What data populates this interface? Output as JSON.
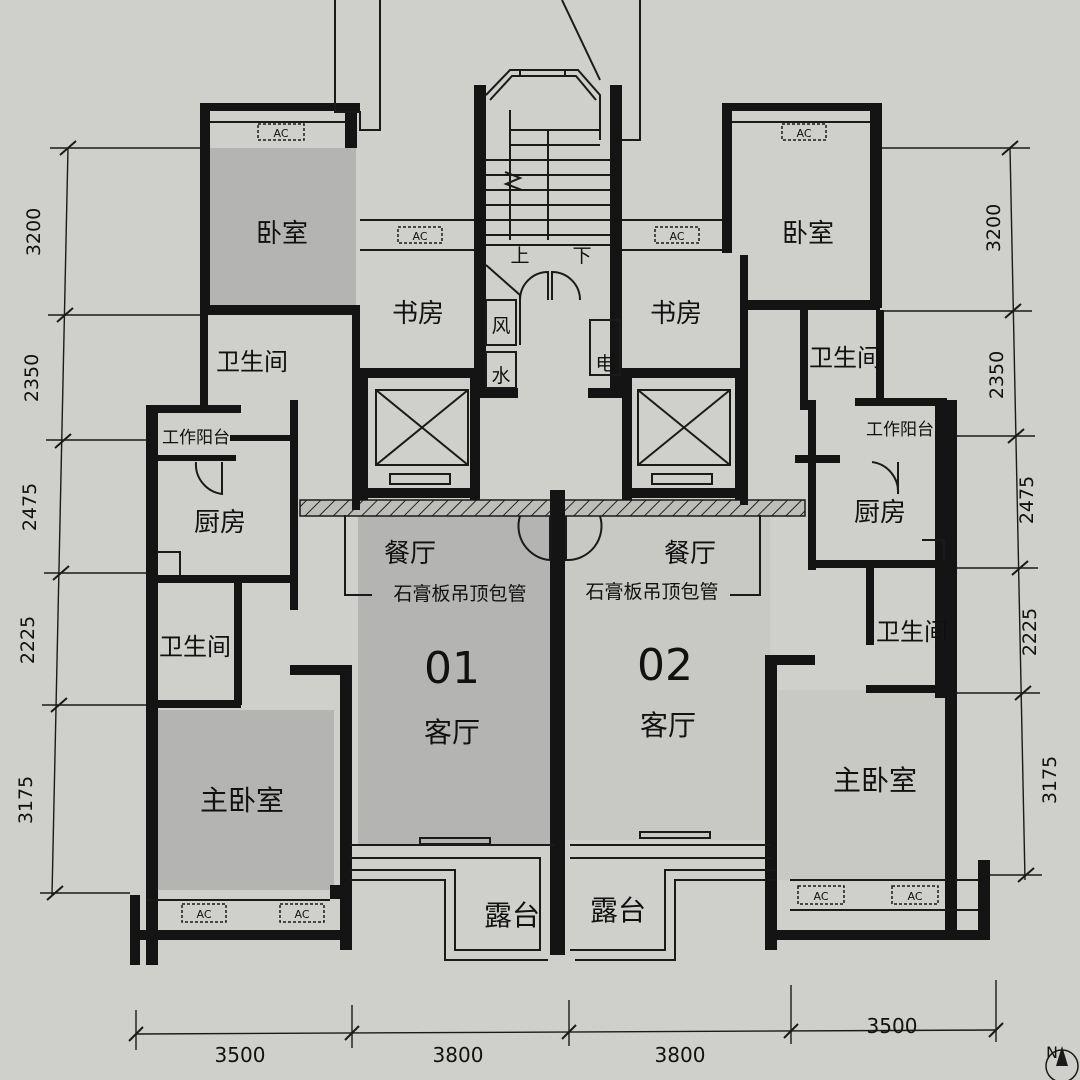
{
  "rooms": {
    "bedroom": "卧室",
    "study": "书房",
    "bathroom": "卫生间",
    "work_balcony": "工作阳台",
    "kitchen": "厨房",
    "dining": "餐厅",
    "living": "客厅",
    "master_bedroom": "主卧室",
    "terrace": "露台",
    "ceiling_note": "石膏板吊顶包管",
    "wind_shaft": "风",
    "water_shaft": "水",
    "electric_shaft": "电",
    "stair_up": "上",
    "stair_down": "下"
  },
  "units": {
    "unit_a": "01",
    "unit_b": "02"
  },
  "ac_label": "AC",
  "dimensions": {
    "left": [
      "3200",
      "2350",
      "2475",
      "2225",
      "3175"
    ],
    "right": [
      "3200",
      "2350",
      "2475",
      "2225",
      "3175"
    ],
    "bottom": [
      "3500",
      "3800",
      "3800",
      "3500"
    ]
  },
  "compass": "N"
}
